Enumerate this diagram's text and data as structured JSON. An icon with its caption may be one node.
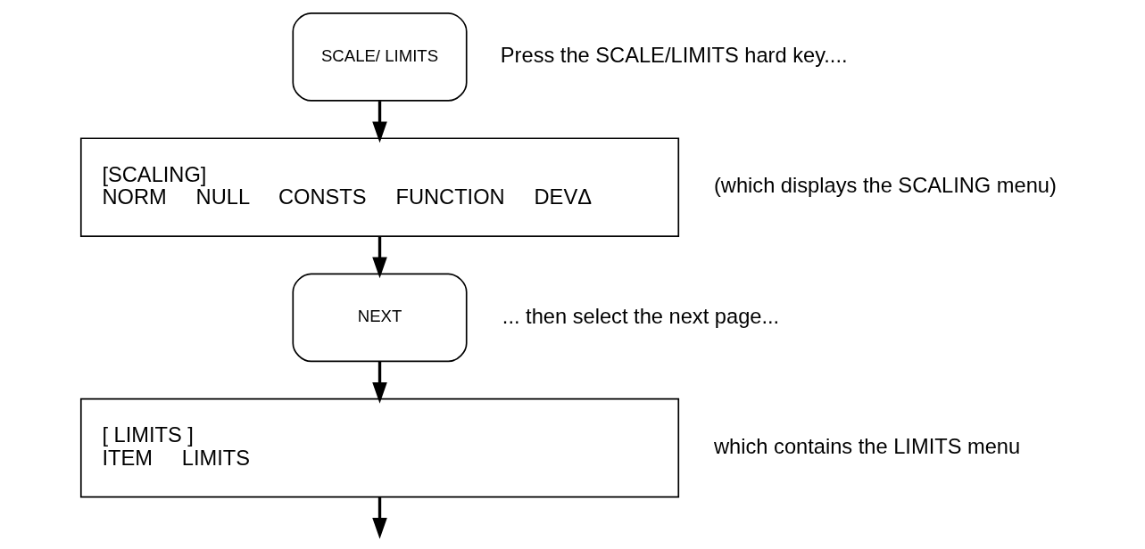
{
  "diagram": {
    "nodes": [
      {
        "text": [
          "SCALE/ LIMITS"
        ],
        "beside": [
          "Press the SCALE/LIMITS hard key...."
        ]
      },
      {
        "text": [
          "[SCALING]",
          "NORM     NULL     CONSTS     FUNCTION     DEVΔ"
        ],
        "beside": [
          "(which displays the SCALING menu)"
        ]
      },
      {
        "text": [
          "NEXT"
        ],
        "beside": [
          "... then select the next page..."
        ]
      },
      {
        "text": [
          "[ LIMITS ]",
          "ITEM     LIMITS"
        ],
        "beside": [
          "which contains the LIMITS menu"
        ]
      }
    ],
    "edges": [
      {
        "from": 0,
        "to": 1,
        "arrow": "to"
      },
      {
        "from": 1,
        "to": 2,
        "arrow": "to"
      },
      {
        "from": 2,
        "to": 3,
        "arrow": "to"
      },
      {
        "from": 3,
        "to": null,
        "arrow": "to"
      }
    ]
  }
}
